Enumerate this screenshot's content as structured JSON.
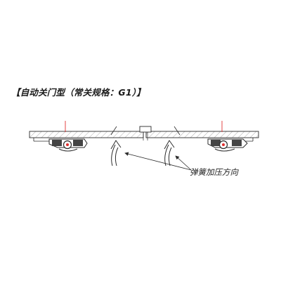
{
  "diagram": {
    "title": "【自动关门型（常关规格：G1）】",
    "annotation": "弹簧加压方向",
    "colors": {
      "line": "#2b2b2b",
      "hatch": "#777777",
      "accent": "#e03030"
    },
    "icons": [
      "hinge-mechanism-icon",
      "spring-arrow-icon",
      "pointer-line"
    ]
  }
}
